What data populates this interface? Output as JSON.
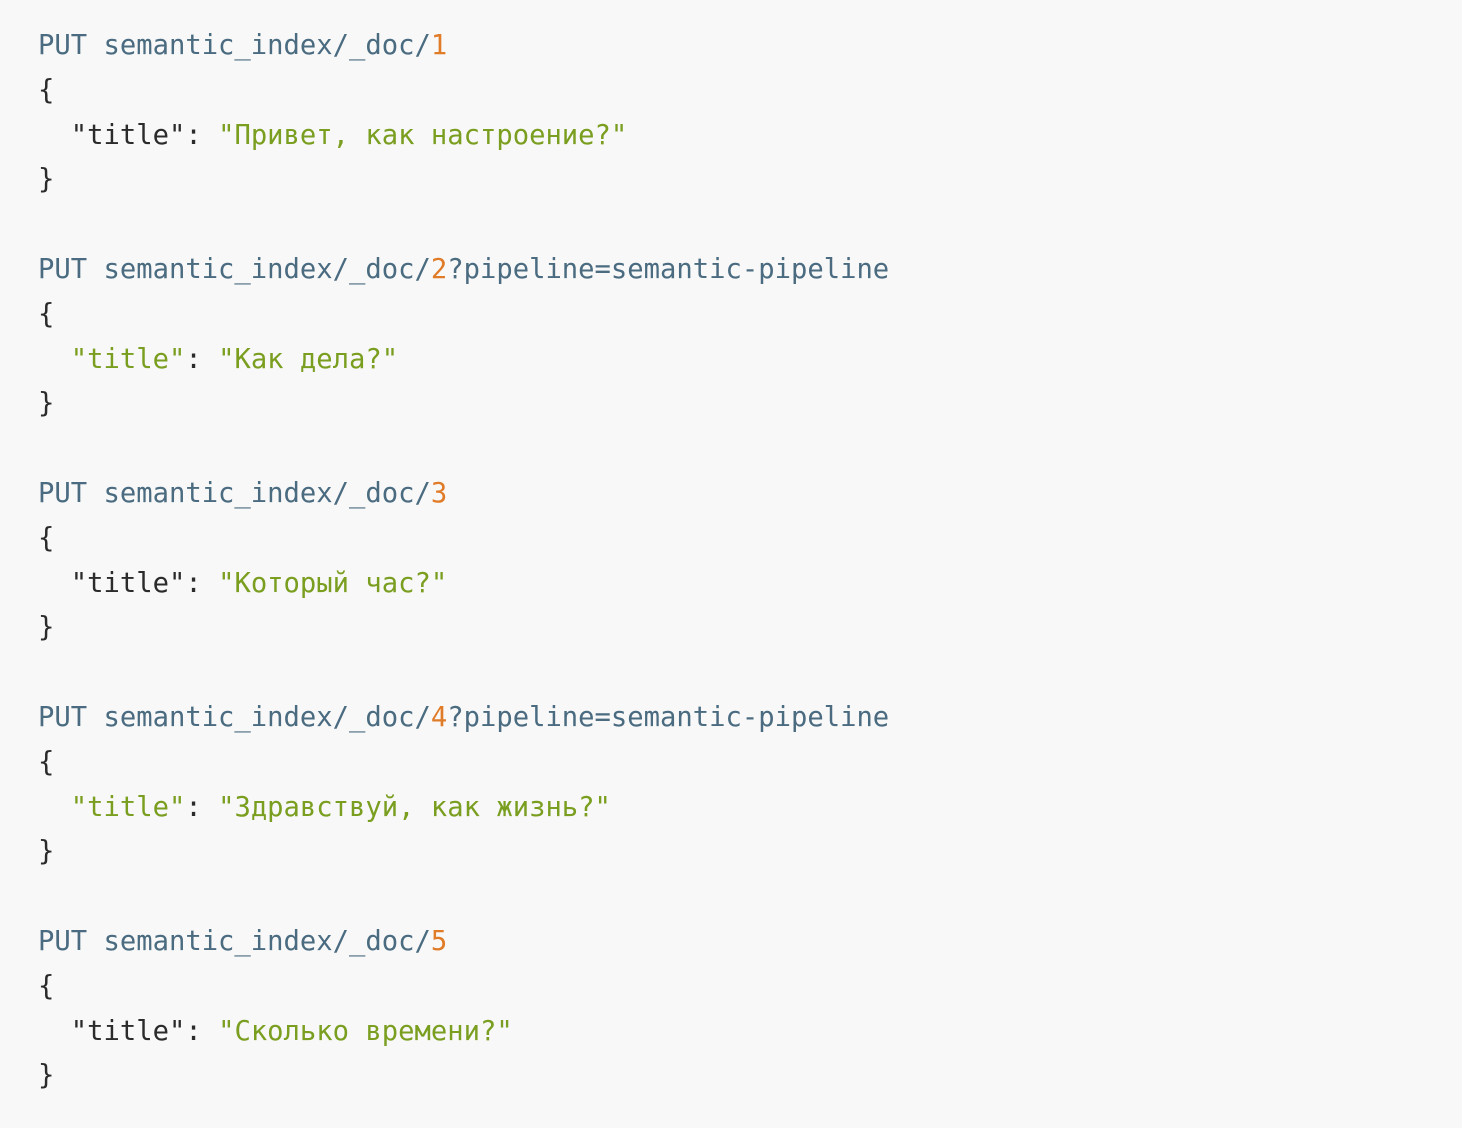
{
  "requests": [
    {
      "method": "PUT",
      "path": "semantic_index/_doc/",
      "doc_id": "1",
      "query": "",
      "open_brace": "{",
      "key": "\"title\"",
      "key_style": "dark",
      "colon": ": ",
      "value": "\"Привет, как настроение?\"",
      "close_brace": "}"
    },
    {
      "method": "PUT",
      "path": "semantic_index/_doc/",
      "doc_id": "2",
      "query": "?pipeline=semantic-pipeline",
      "open_brace": "{",
      "key": "\"title\"",
      "key_style": "green",
      "colon": ": ",
      "value": "\"Как дела?\"",
      "close_brace": "}"
    },
    {
      "method": "PUT",
      "path": "semantic_index/_doc/",
      "doc_id": "3",
      "query": "",
      "open_brace": "{",
      "key": "\"title\"",
      "key_style": "dark",
      "colon": ": ",
      "value": "\"Который час?\"",
      "close_brace": "}"
    },
    {
      "method": "PUT",
      "path": "semantic_index/_doc/",
      "doc_id": "4",
      "query": "?pipeline=semantic-pipeline",
      "open_brace": "{",
      "key": "\"title\"",
      "key_style": "green",
      "colon": ": ",
      "value": "\"Здравствуй, как жизнь?\"",
      "close_brace": "}"
    },
    {
      "method": "PUT",
      "path": "semantic_index/_doc/",
      "doc_id": "5",
      "query": "",
      "open_brace": "{",
      "key": "\"title\"",
      "key_style": "dark",
      "colon": ": ",
      "value": "\"Сколько времени?\"",
      "close_brace": "}"
    }
  ],
  "colors": {
    "background": "#f8f8f8",
    "keyword": "#4a6b80",
    "number": "#e07b28",
    "string": "#7a9e1f",
    "text": "#2b2b2b"
  }
}
